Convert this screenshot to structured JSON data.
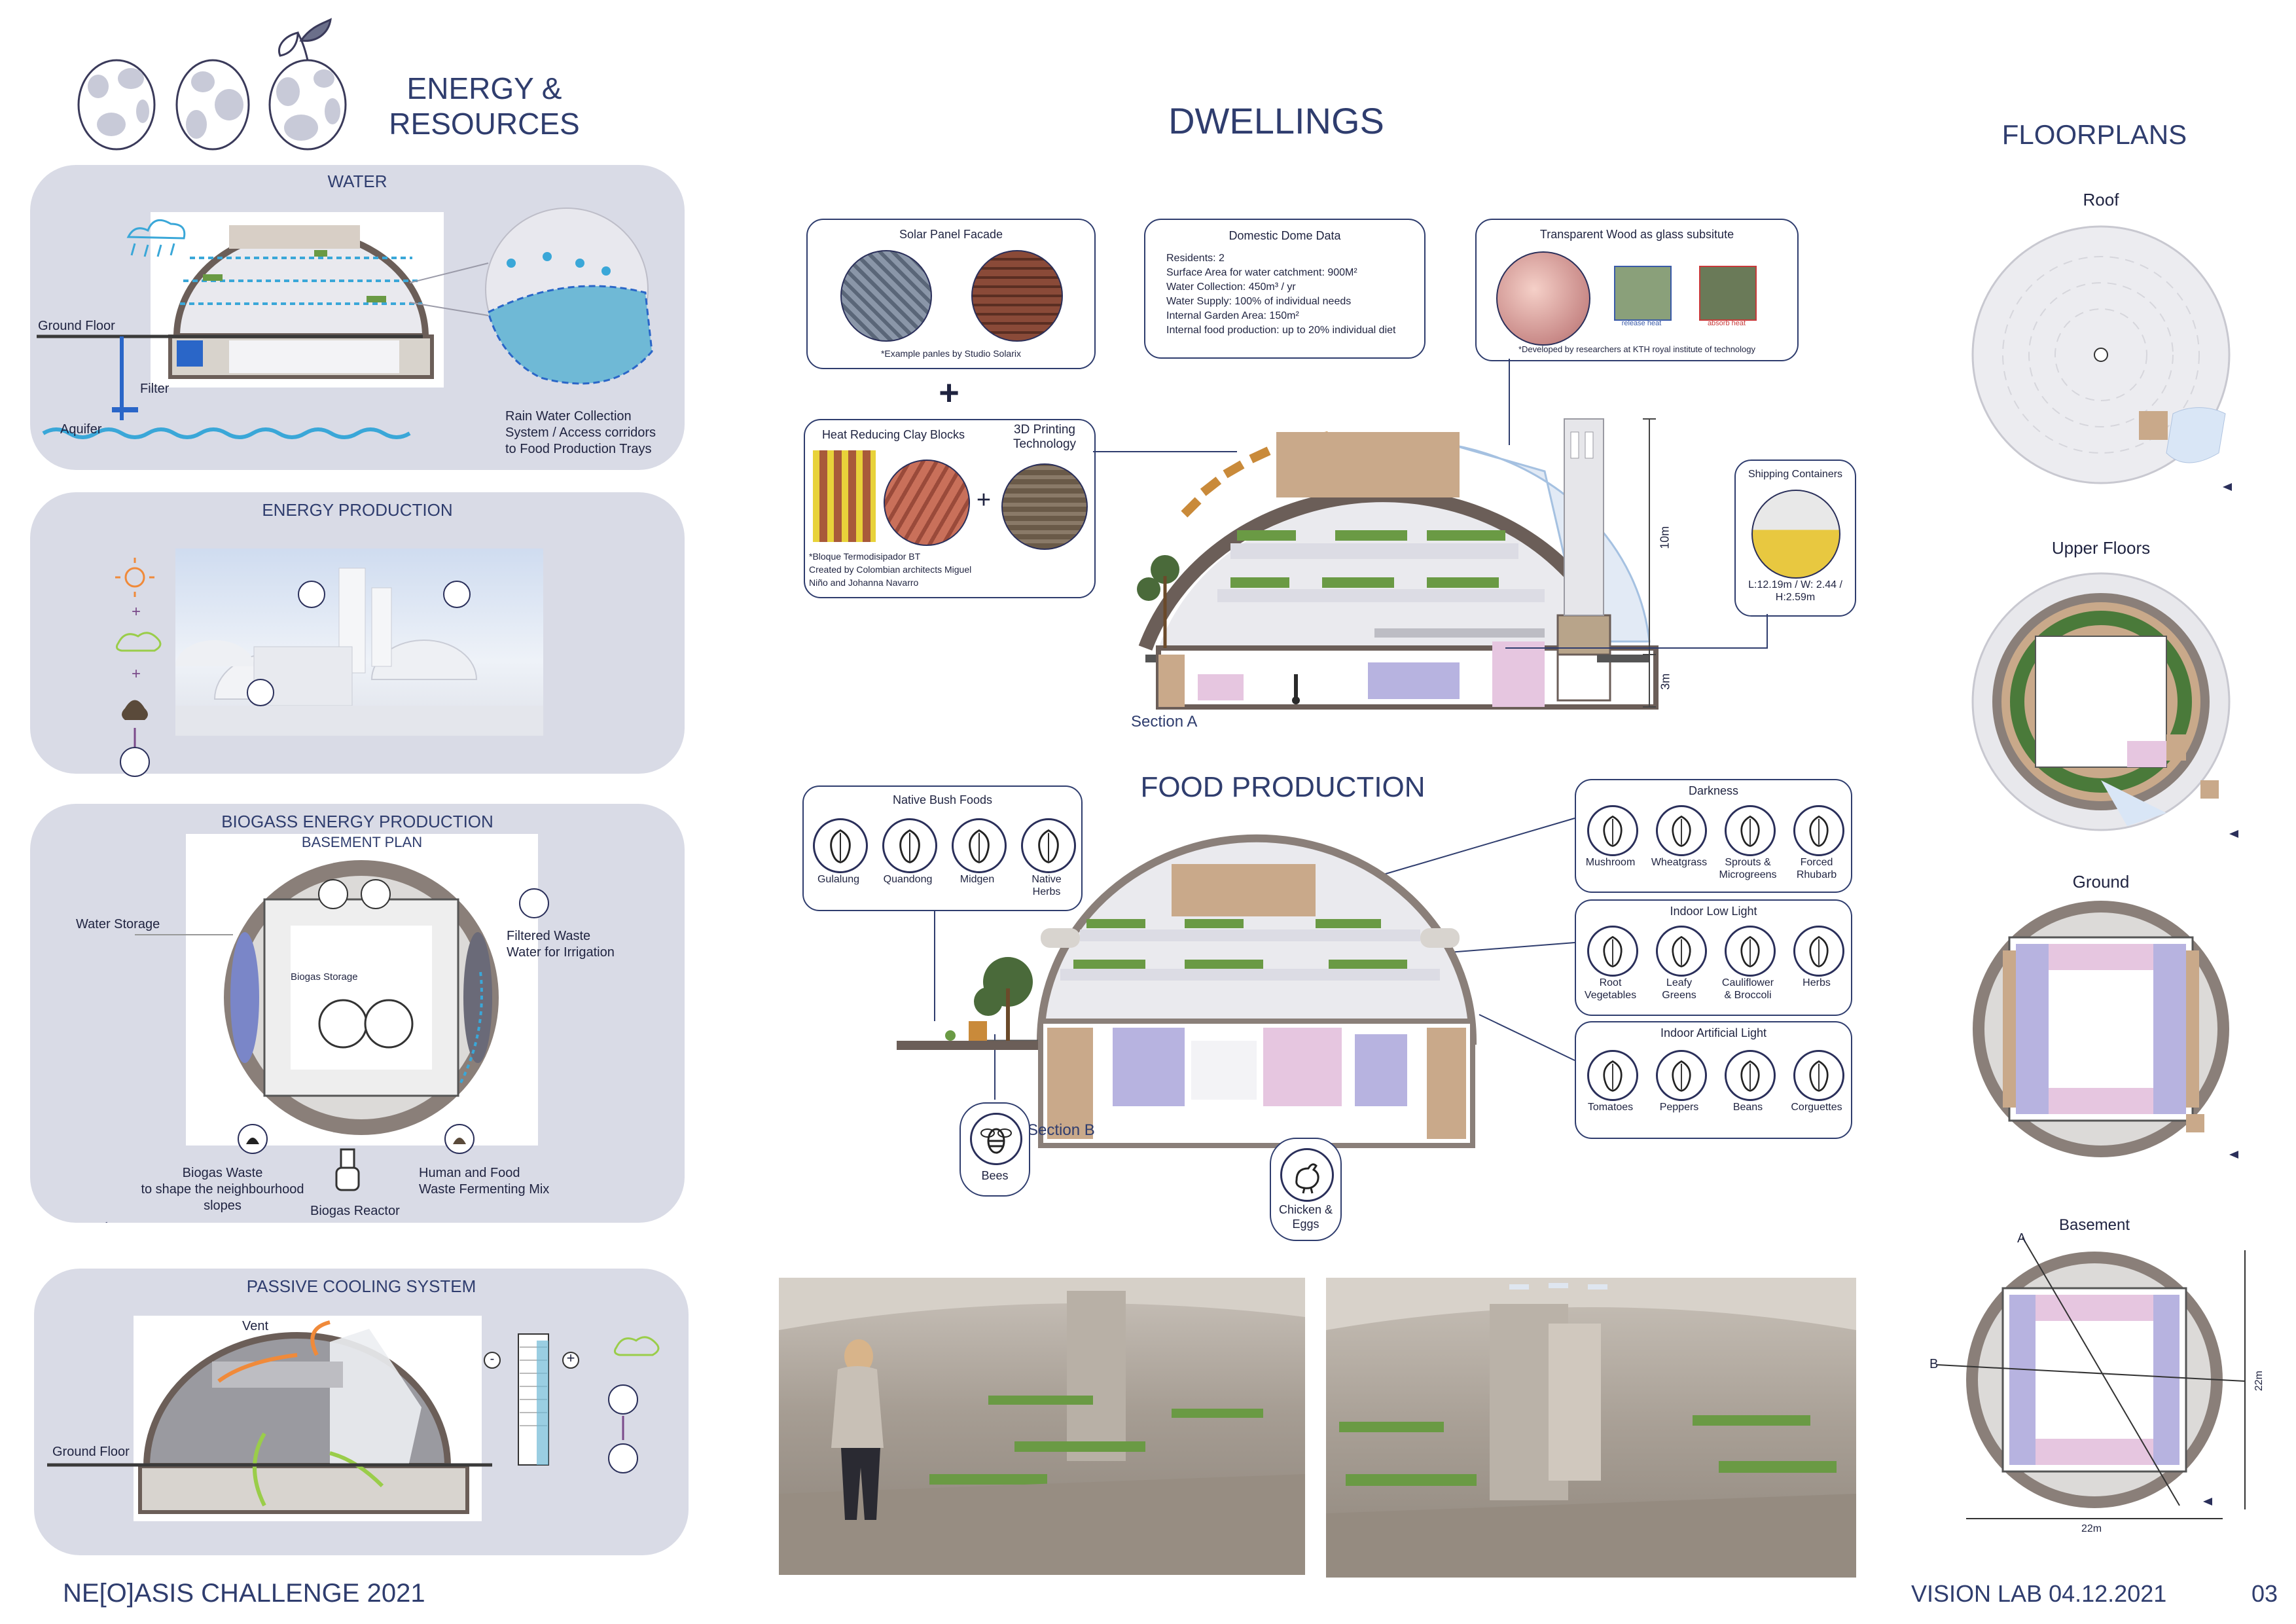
{
  "header": {
    "energy_title": "ENERGY &\nRESOURCES",
    "dwellings_title": "DWELLINGS",
    "floorplans_title": "FLOORPLANS",
    "food_title": "FOOD PRODUCTION"
  },
  "water": {
    "title": "WATER",
    "ground_floor": "Ground Floor",
    "filter": "Filter",
    "aquifer": "Aquifer",
    "rain_note": "Rain Water Collection\nSystem / Access corridors\nto Food Production Trays"
  },
  "energy_production": {
    "title": "ENERGY PRODUCTION"
  },
  "biogas": {
    "title": "BIOGASS ENERGY PRODUCTION",
    "subtitle": "BASEMENT PLAN",
    "water_storage": "Water Storage",
    "filtered_waste": "Filtered Waste\nWater for Irrigation",
    "biogas_storage": "Biogas Storage",
    "biogas_waste": "Biogas Waste\nto shape the neighbourhood\nslopes",
    "biogas_reactor": "Biogas Reactor",
    "human_food": "Human and Food\nWaste Fermenting Mix"
  },
  "cooling": {
    "title": "PASSIVE COOLING SYSTEM",
    "vent": "Vent",
    "ground_floor": "Ground Floor",
    "minus": "-",
    "plus": "+"
  },
  "solar_panel": {
    "title": "Solar Panel Facade",
    "note": "*Example panles by Studio Solarix"
  },
  "dome_data": {
    "title": "Domestic Dome Data",
    "lines": [
      "Residents: 2",
      "Surface Area for water catchment: 900M²",
      "Water Collection: 450m³ / yr",
      "Water Supply: 100% of individual needs",
      "Internal Garden Area: 150m²",
      "Internal food production: up to 20% individual diet"
    ]
  },
  "transparent_wood": {
    "title": "Transparent Wood as glass subsitute",
    "release": "release heat",
    "absorb": "absorb heat",
    "note": "*Developed by researchers at KTH royal institute of technology"
  },
  "plus_sign": "+",
  "clay": {
    "title": "Heat Reducing Clay Blocks",
    "printing": "3D Printing\nTechnology",
    "note1": "*Bloque Termodisipador BT",
    "note2": "Created by Colombian architects Miguel",
    "note3": "Niño and Johanna Navarro"
  },
  "shipping": {
    "title": "Shipping Containers",
    "dims": "L:12.19m / W: 2.44 /\nH:2.59m"
  },
  "section_a": {
    "label": "Section A",
    "height_top": "10m",
    "height_bottom": "3m"
  },
  "section_b": {
    "label": "Section B"
  },
  "bush_foods": {
    "title": "Native Bush Foods",
    "items": [
      "Gulalung",
      "Quandong",
      "Midgen",
      "Native\nHerbs"
    ]
  },
  "bees": "Bees",
  "chicken": "Chicken &\nEggs",
  "darkness": {
    "title": "Darkness",
    "items": [
      "Mushroom",
      "Wheatgrass",
      "Sprouts &\nMicrogreens",
      "Forced\nRhubarb"
    ]
  },
  "low_light": {
    "title": "Indoor Low Light",
    "items": [
      "Root\nVegetables",
      "Leafy\nGreens",
      "Cauliflower\n& Broccoli",
      "Herbs"
    ]
  },
  "artificial_light": {
    "title": "Indoor Artificial Light",
    "items": [
      "Tomatoes",
      "Peppers",
      "Beans",
      "Corguettes"
    ]
  },
  "floorplans": {
    "roof": "Roof",
    "upper": "Upper Floors",
    "ground": "Ground",
    "basement": "Basement",
    "dim_a": "A",
    "dim_b": "B",
    "dim_22_v": "22m",
    "dim_22_h": "22m"
  },
  "footer": {
    "challenge": "NE[O]ASIS CHALLENGE 2021",
    "lab": "VISION LAB 04.12.2021",
    "page": "03"
  },
  "colors": {
    "navy": "#2f3d6e",
    "panel": "#d9dbe6",
    "brown": "#6b5e58",
    "tan": "#c9a98a",
    "pink": "#e6c6e0",
    "lilac": "#b7b3e0",
    "green": "#6a9a44",
    "water": "#3aa7d8"
  }
}
